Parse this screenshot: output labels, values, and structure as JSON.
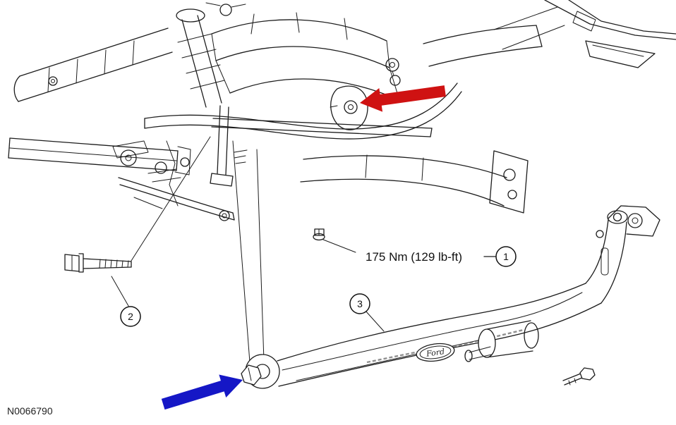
{
  "figure": {
    "part_number": "N0066790",
    "torque_note": "175 Nm (129 lb-ft)",
    "callouts": [
      {
        "label": "1"
      },
      {
        "label": "2"
      },
      {
        "label": "3"
      }
    ],
    "arrows": {
      "red": {
        "color": "#cf1212",
        "direction": "left"
      },
      "blue": {
        "color": "#1517c6",
        "direction": "right"
      }
    },
    "logo_text": "Ford"
  }
}
